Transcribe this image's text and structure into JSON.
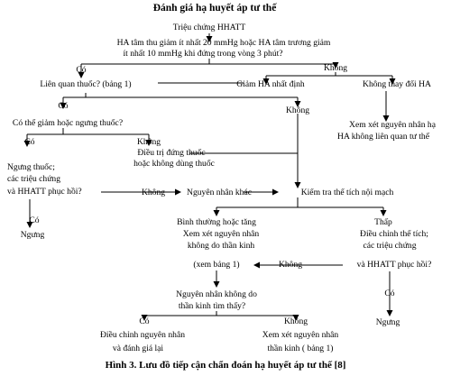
{
  "title": "Đánh giá hạ huyết áp tư thế",
  "nodes": {
    "start": "Triệu chứng HHATT",
    "criteria_1": "HA tâm thu giảm ít nhất 20 mmHg hoặc HA tâm trương giảm",
    "criteria_2": "ít nhất 10 mmHg khi đứng trong vòng 3 phút?",
    "yes_1": "Có",
    "no_1": "Không",
    "drug_related": "Liên quan thuốc? (bảng 1)",
    "bp_fixed": "Giảm HA nhất định",
    "bp_unchanged": "Không thay đổi HA",
    "yes_2": "Có",
    "no_2": "Không",
    "other_cause_1": "Xem xét nguyên nhân hạ",
    "other_cause_2": "HA không liên quan tư thế",
    "reduce_stop": "Có thể giảm hoặc ngưng thuốc?",
    "yes_3": "Có",
    "no_3": "Không",
    "stop_drug_1": "Ngưng thuốc;",
    "stop_drug_2": "các triệu chứng",
    "stop_drug_3": "và HHATT phục hồi?",
    "treat_1": "Điều trị đứng thuốc",
    "treat_2": "hoặc không dùng thuốc",
    "no_4": "Không",
    "other_cause_short": "Nguyên nhân khác",
    "check_volume": "Kiểm tra thể tích nội mạch",
    "yes_4": "Có",
    "stop_final_1": "Ngưng",
    "normal_1": "Bình thường hoặc tăng",
    "normal_2": "Xem xét nguyên nhân",
    "normal_3": "không do thần kinh",
    "normal_4": "(xem bảng 1)",
    "low": "Thấp",
    "adjust_1": "Điều chỉnh thể tích;",
    "adjust_2": "các triệu chứng",
    "adjust_3": "và HHATT phục hồi?",
    "no_5": "Không",
    "yes_5": "Có",
    "stop_final_2": "Ngưng",
    "non_neuro_1": "Nguyên nhân không do",
    "non_neuro_2": "thần kinh tìm thấy?",
    "yes_6": "Có",
    "no_6": "Không",
    "adjust_cause_1": "Điều chỉnh nguyên nhân",
    "adjust_cause_2": "và đánh giá lại",
    "neuro_1": "Xem xét nguyên nhân",
    "neuro_2": "thần kinh ( bảng 1)"
  },
  "caption": "Hình 3. Lưu đồ tiếp cận chẩn đoán hạ huyết áp tư thế [8]"
}
